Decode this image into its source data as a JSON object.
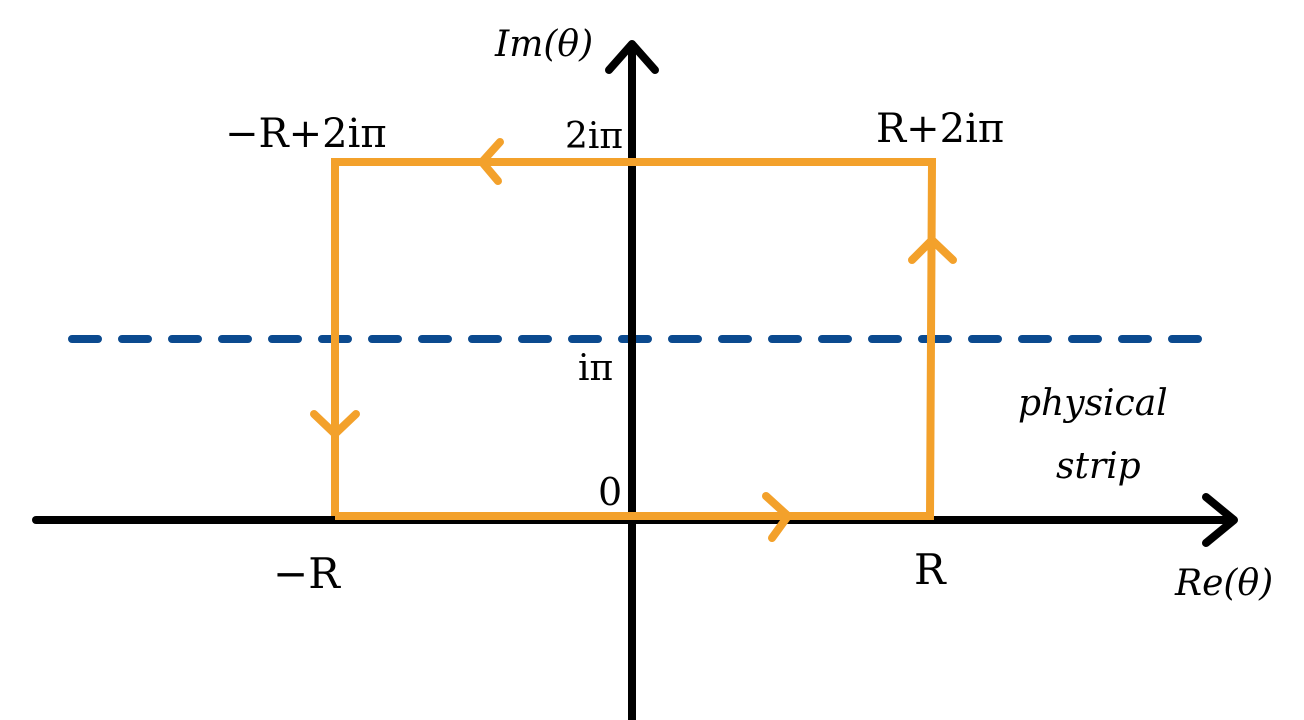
{
  "axes": {
    "x_label": "Re(θ)",
    "y_label": "Im(θ)",
    "color": "#000000"
  },
  "contour": {
    "color": "#F3A12B",
    "direction": "counterclockwise"
  },
  "strip_line": {
    "color": "#0B4A8F",
    "style": "dashed"
  },
  "labels": {
    "corner_bottom_left": "−R",
    "corner_bottom_right": "R",
    "corner_top_left": "−R+2iπ",
    "corner_top_right": "R+2iπ",
    "tick_zero": "0",
    "tick_i_pi": "iπ",
    "tick_two_i_pi": "2iπ",
    "strip_line1": "physical",
    "strip_line2": "strip"
  }
}
